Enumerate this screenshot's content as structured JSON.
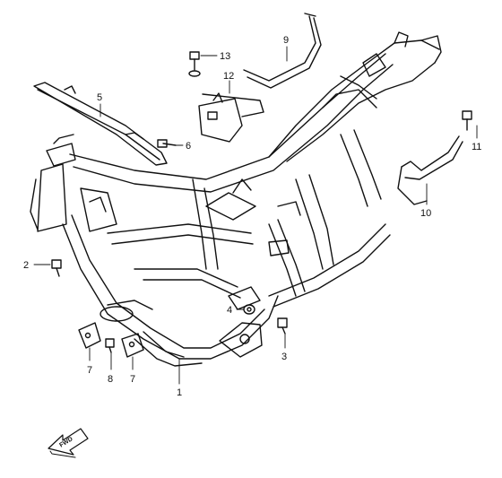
{
  "diagram": {
    "callouts": [
      {
        "id": "c1",
        "text": "1"
      },
      {
        "id": "c2",
        "text": "2"
      },
      {
        "id": "c3",
        "text": "3"
      },
      {
        "id": "c4",
        "text": "4"
      },
      {
        "id": "c5",
        "text": "5"
      },
      {
        "id": "c6",
        "text": "6"
      },
      {
        "id": "c7a",
        "text": "7"
      },
      {
        "id": "c7b",
        "text": "7"
      },
      {
        "id": "c8",
        "text": "8"
      },
      {
        "id": "c9",
        "text": "9"
      },
      {
        "id": "c10",
        "text": "10"
      },
      {
        "id": "c11",
        "text": "11"
      },
      {
        "id": "c12",
        "text": "12"
      },
      {
        "id": "c13",
        "text": "13"
      }
    ],
    "fwd_marker": {
      "text": "FWD",
      "icon": "forward-arrow-icon"
    }
  },
  "colors": {
    "line": "#111111",
    "background": "#ffffff"
  }
}
